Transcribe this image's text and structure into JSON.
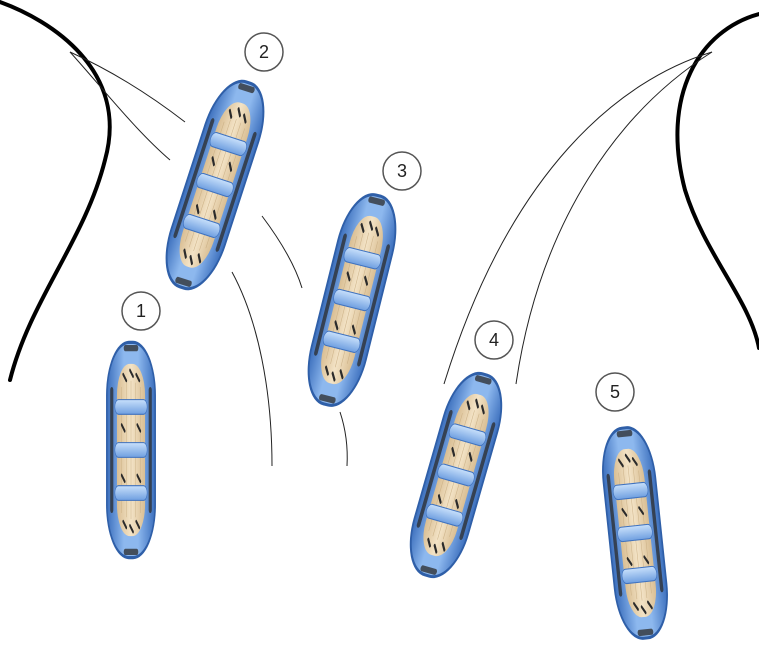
{
  "diagram": {
    "rafts": [
      {
        "label": "1"
      },
      {
        "label": "2"
      },
      {
        "label": "3"
      },
      {
        "label": "4"
      },
      {
        "label": "5"
      }
    ]
  },
  "colors": {
    "raft_tube": "#6f9fe0",
    "raft_tube_dark": "#2f5fa8",
    "raft_floor": "#e9d3ae",
    "raft_thwart": "#9cc4f2",
    "bank_line": "#000000",
    "path_line": "#222222",
    "label_stroke": "#555555"
  }
}
